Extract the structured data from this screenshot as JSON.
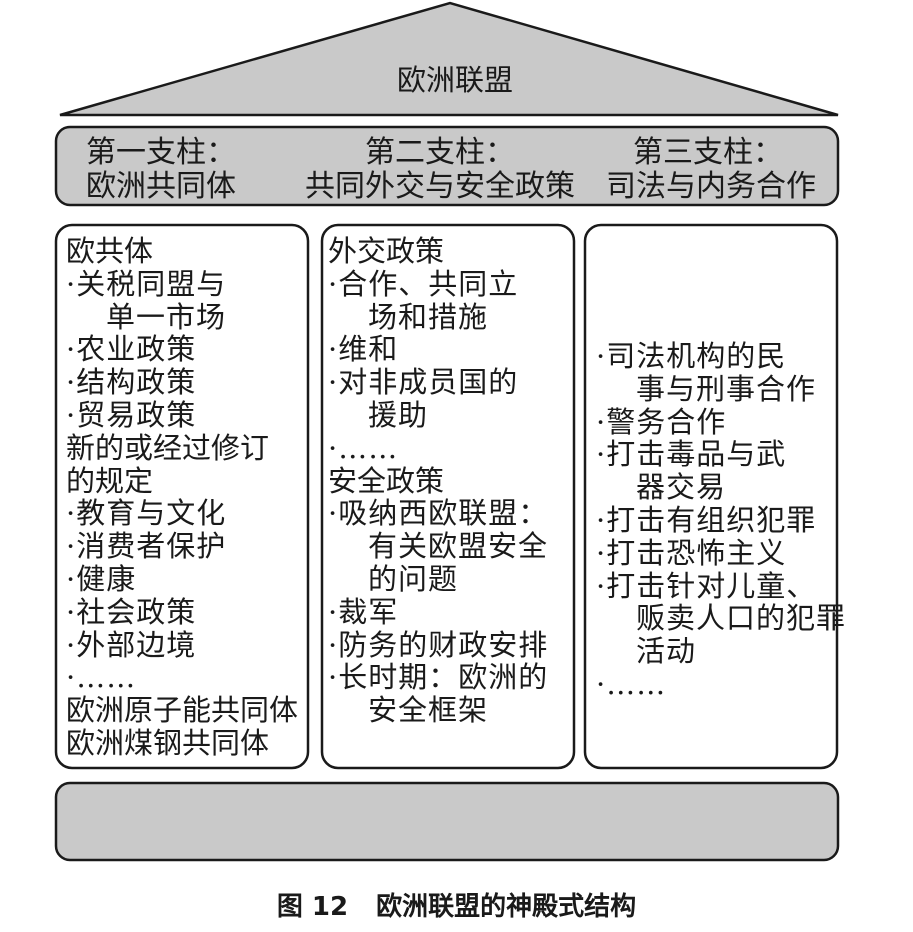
{
  "roof_title": "欧洲联盟",
  "pillars": [
    {
      "heading_line1": "第一支柱：",
      "heading_line2": "欧洲共同体"
    },
    {
      "heading_line1": "第二支柱：",
      "heading_line2": "共同外交与安全政策"
    },
    {
      "heading_line1": "第三支柱：",
      "heading_line2": "司法与内务合作"
    }
  ],
  "column1": {
    "lines": [
      {
        "text": "欧共体",
        "kind": "heading"
      },
      {
        "text": "·关税同盟与",
        "kind": "bullet"
      },
      {
        "text": "单一市场",
        "kind": "cont"
      },
      {
        "text": "·农业政策",
        "kind": "bullet"
      },
      {
        "text": "·结构政策",
        "kind": "bullet"
      },
      {
        "text": "·贸易政策",
        "kind": "bullet"
      },
      {
        "text": "新的或经过修订",
        "kind": "heading"
      },
      {
        "text": "的规定",
        "kind": "heading"
      },
      {
        "text": "·教育与文化",
        "kind": "bullet"
      },
      {
        "text": "·消费者保护",
        "kind": "bullet"
      },
      {
        "text": "·健康",
        "kind": "bullet"
      },
      {
        "text": "·社会政策",
        "kind": "bullet"
      },
      {
        "text": "·外部边境",
        "kind": "bullet"
      },
      {
        "text": "·……",
        "kind": "bullet"
      },
      {
        "text": "欧洲原子能共同体",
        "kind": "heading"
      },
      {
        "text": "欧洲煤钢共同体",
        "kind": "heading"
      }
    ]
  },
  "column2": {
    "lines": [
      {
        "text": "外交政策",
        "kind": "heading"
      },
      {
        "text": "·合作、共同立",
        "kind": "bullet"
      },
      {
        "text": "场和措施",
        "kind": "cont"
      },
      {
        "text": "·维和",
        "kind": "bullet"
      },
      {
        "text": "·对非成员国的",
        "kind": "bullet"
      },
      {
        "text": "援助",
        "kind": "cont"
      },
      {
        "text": "·……",
        "kind": "bullet"
      },
      {
        "text": "安全政策",
        "kind": "heading"
      },
      {
        "text": "·吸纳西欧联盟：",
        "kind": "bullet"
      },
      {
        "text": "有关欧盟安全",
        "kind": "cont"
      },
      {
        "text": "的问题",
        "kind": "cont"
      },
      {
        "text": "·裁军",
        "kind": "bullet"
      },
      {
        "text": "·防务的财政安排",
        "kind": "bullet"
      },
      {
        "text": "·长时期：欧洲的",
        "kind": "bullet"
      },
      {
        "text": "安全框架",
        "kind": "cont"
      }
    ]
  },
  "column3": {
    "lines": [
      {
        "text": "·司法机构的民",
        "kind": "bullet"
      },
      {
        "text": "事与刑事合作",
        "kind": "cont"
      },
      {
        "text": "·警务合作",
        "kind": "bullet"
      },
      {
        "text": "·打击毒品与武",
        "kind": "bullet"
      },
      {
        "text": "器交易",
        "kind": "cont"
      },
      {
        "text": "·打击有组织犯罪",
        "kind": "bullet"
      },
      {
        "text": "·打击恐怖主义",
        "kind": "bullet"
      },
      {
        "text": "·打击针对儿童、",
        "kind": "bullet"
      },
      {
        "text": "贩卖人口的犯罪",
        "kind": "cont"
      },
      {
        "text": "活动",
        "kind": "cont"
      },
      {
        "text": "·……",
        "kind": "bullet"
      }
    ]
  },
  "caption": {
    "figure_label": "图 12",
    "title": "欧洲联盟的神殿式结构"
  },
  "colors": {
    "fill": "#c9c9c9",
    "stroke": "#1a1a1a",
    "background": "#ffffff"
  }
}
